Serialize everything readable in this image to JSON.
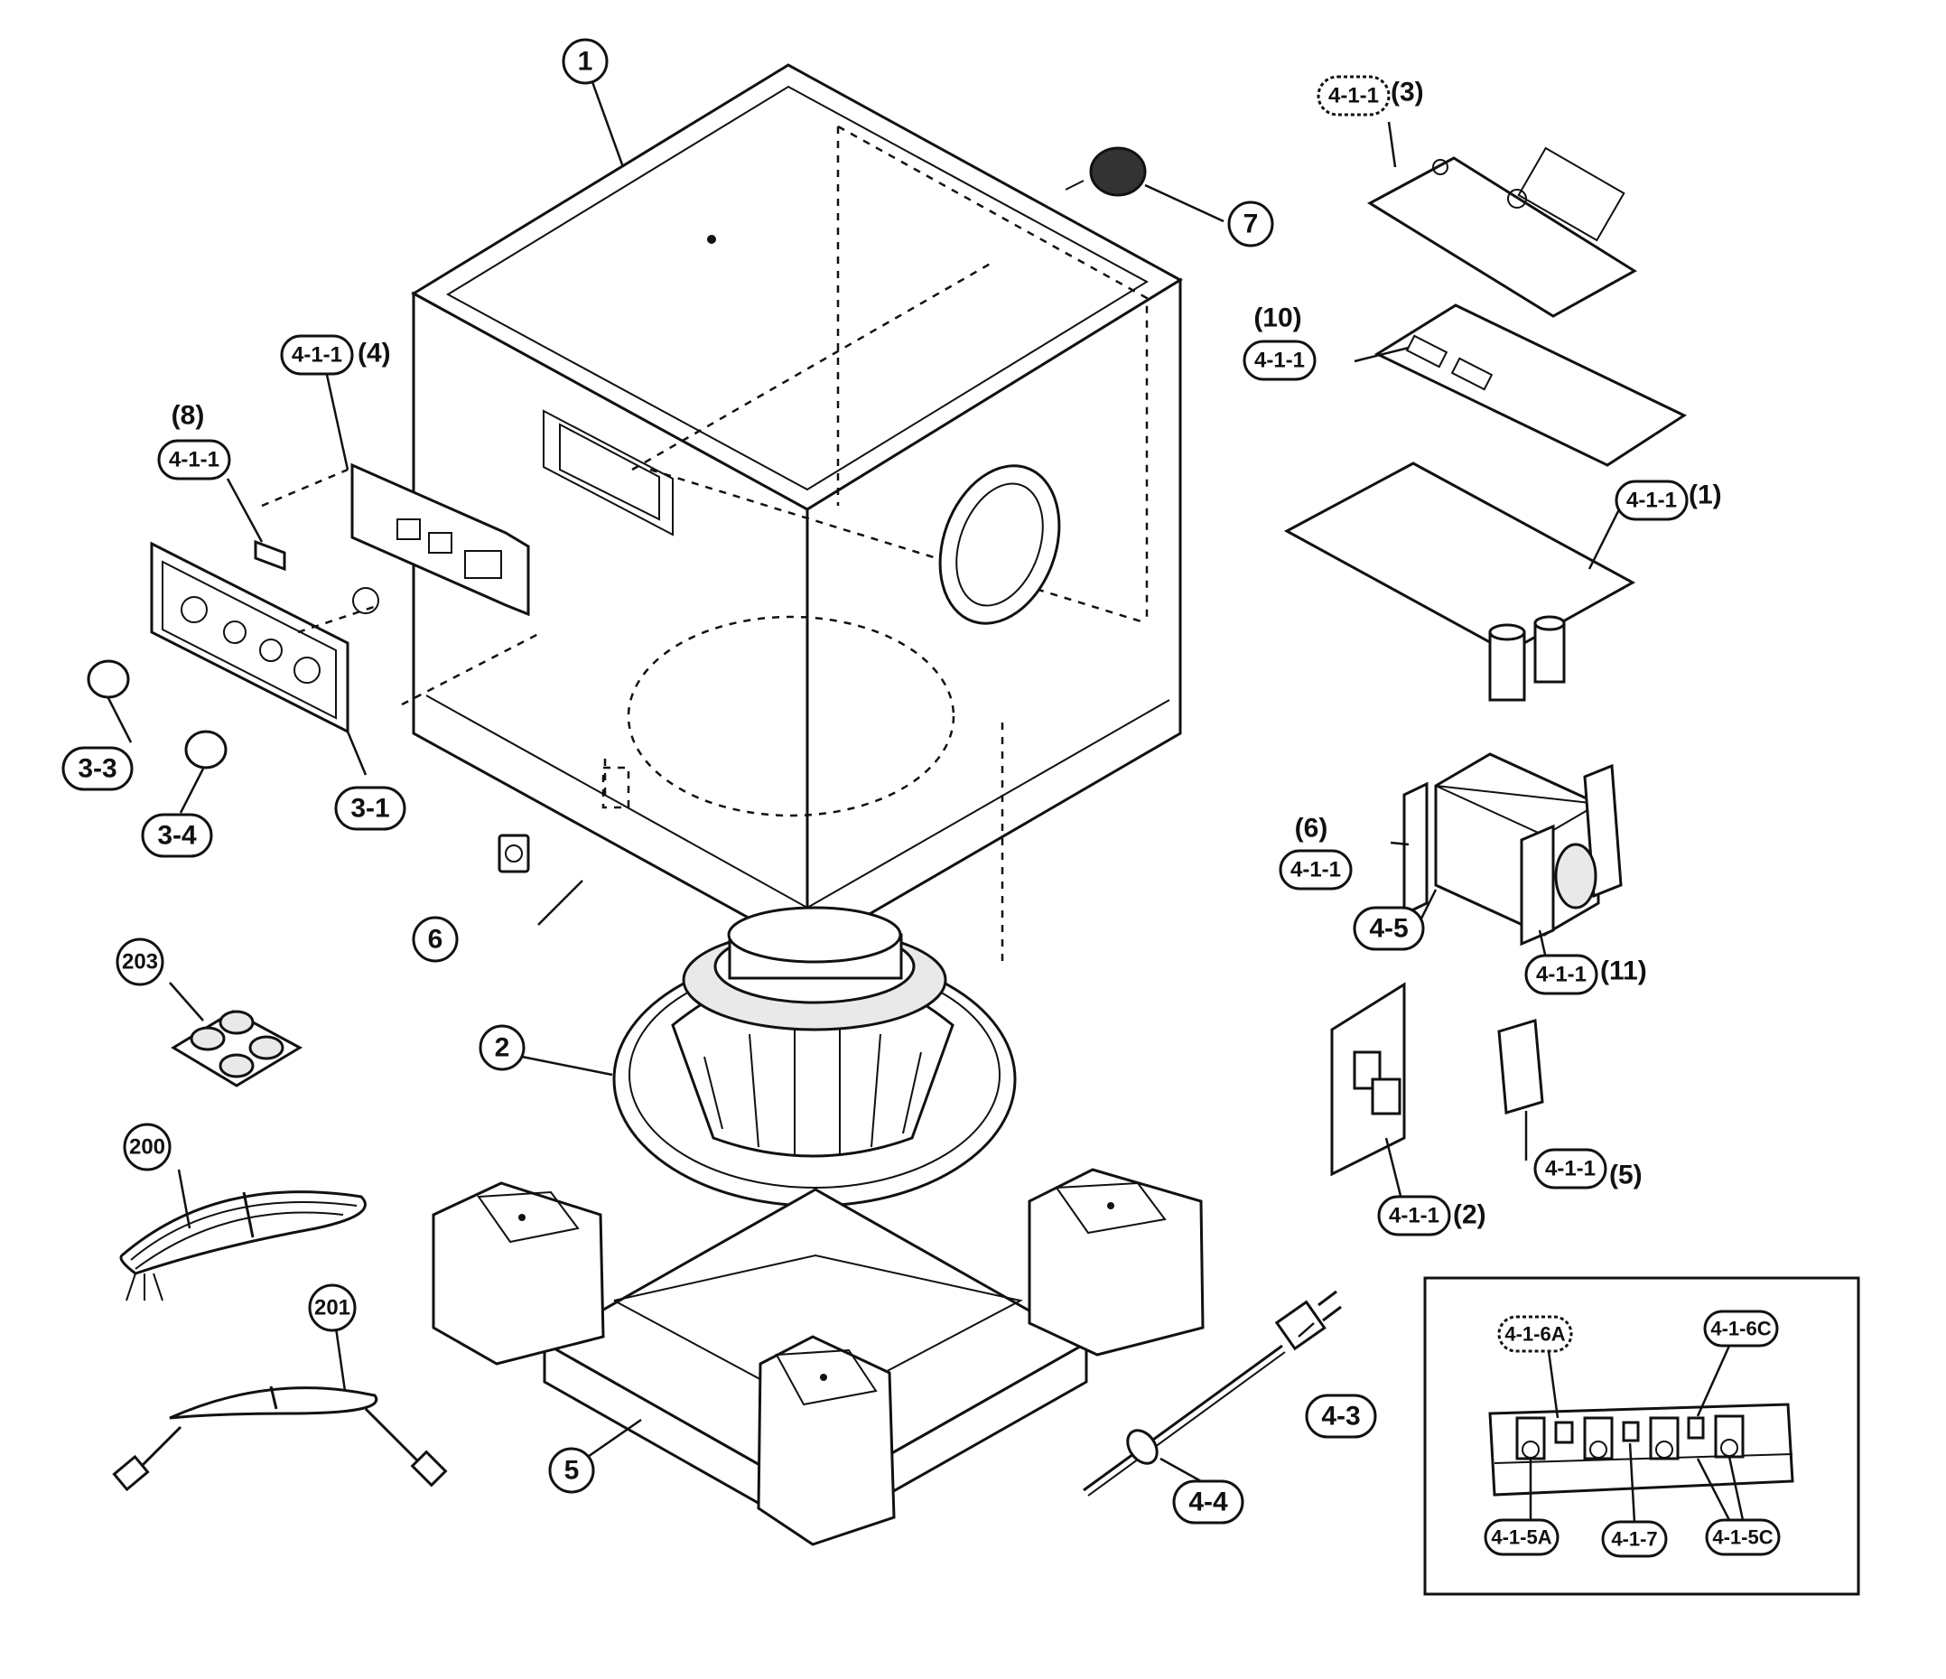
{
  "diagram": {
    "parts": {
      "cabinet": "1",
      "woofer": "2",
      "panel": "3-1",
      "knob_a": "3-3",
      "knob_b": "3-4",
      "base": "5",
      "jack": "6",
      "cap": "7",
      "power_cord": "4-3",
      "bushing": "4-4",
      "transformer": "4-5",
      "pad_sheet": "203",
      "speaker_cord": "200",
      "rca_cord": "201"
    },
    "pcb_label": "4-1-1",
    "pcb_refs": {
      "r1": "(1)",
      "r2": "(2)",
      "r3": "(3)",
      "r4": "(4)",
      "r5": "(5)",
      "r6": "(6)",
      "r8": "(8)",
      "r10": "(10)",
      "r11": "(11)"
    },
    "inset": {
      "p6a": "4-1-6A",
      "p6c": "4-1-6C",
      "p5a": "4-1-5A",
      "p7": "4-1-7",
      "p5c": "4-1-5C"
    }
  }
}
